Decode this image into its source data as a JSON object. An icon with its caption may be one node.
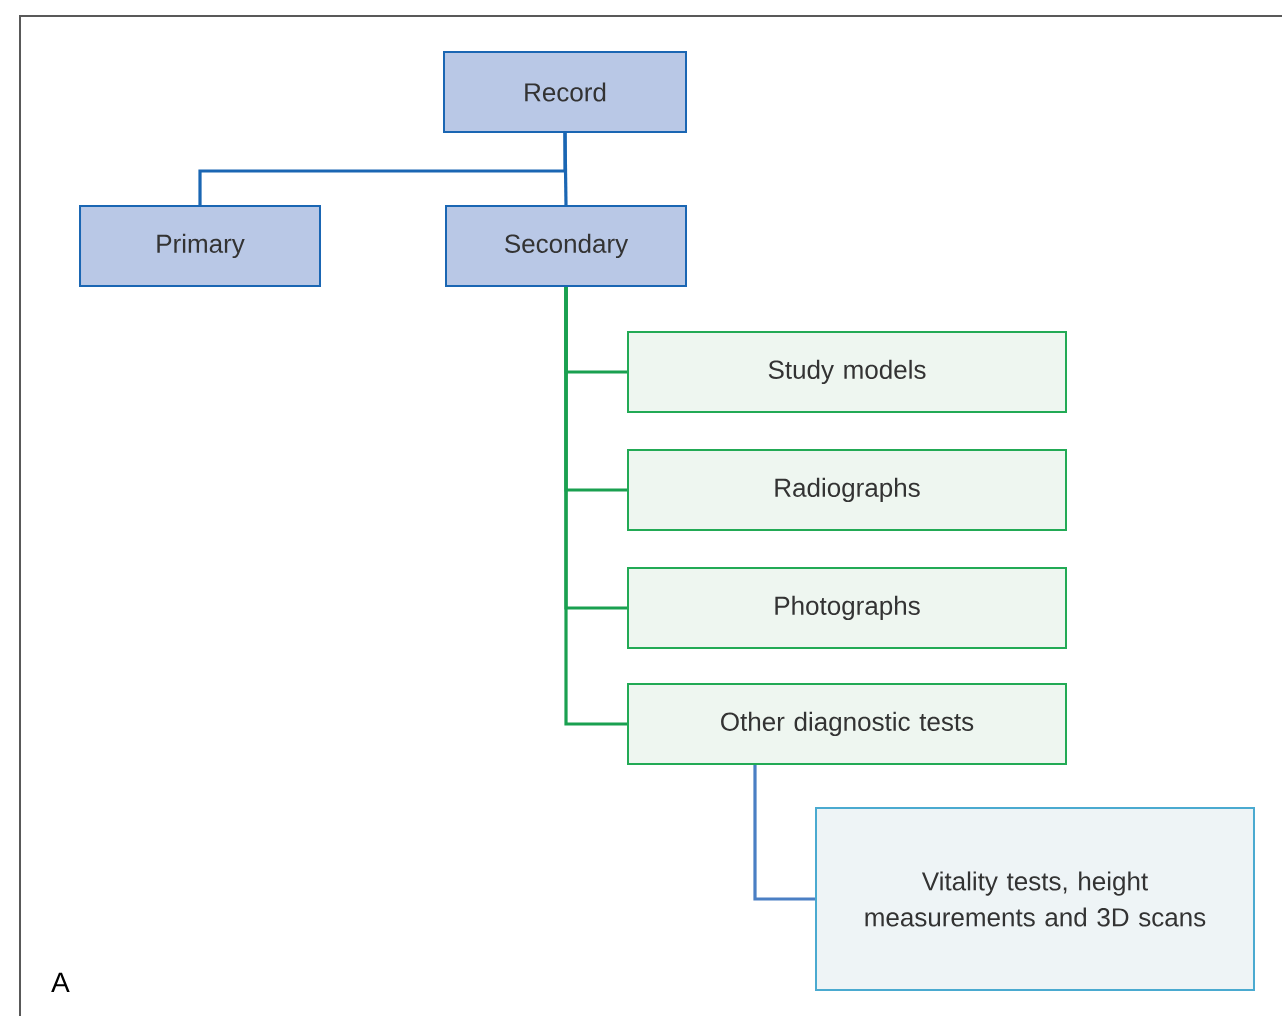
{
  "diagram": {
    "nodes": [
      {
        "text": [
          "Record"
        ]
      },
      {
        "text": [
          "Primary"
        ]
      },
      {
        "text": [
          "Secondary"
        ]
      },
      {
        "text": [
          "Study models"
        ]
      },
      {
        "text": [
          "Radiographs"
        ]
      },
      {
        "text": [
          "Photographs"
        ]
      },
      {
        "text": [
          "Other diagnostic tests"
        ]
      },
      {
        "text": [
          "Vitality tests, height measurements and 3D scans"
        ]
      }
    ],
    "edges": [
      {
        "from": 0,
        "to": 1,
        "arrow": "none",
        "color": "#1a66b3"
      },
      {
        "from": 0,
        "to": 2,
        "arrow": "none",
        "color": "#1a66b3"
      },
      {
        "from": 2,
        "to": 3,
        "arrow": "none"
      },
      {
        "from": 2,
        "to": 4,
        "arrow": "none"
      },
      {
        "from": 2,
        "to": 5,
        "arrow": "none"
      },
      {
        "from": 2,
        "to": 6,
        "arrow": "none"
      },
      {
        "from": 6,
        "to": 7,
        "arrow": "none",
        "color": "#4a7fc4"
      }
    ],
    "labels": [
      "A"
    ]
  }
}
